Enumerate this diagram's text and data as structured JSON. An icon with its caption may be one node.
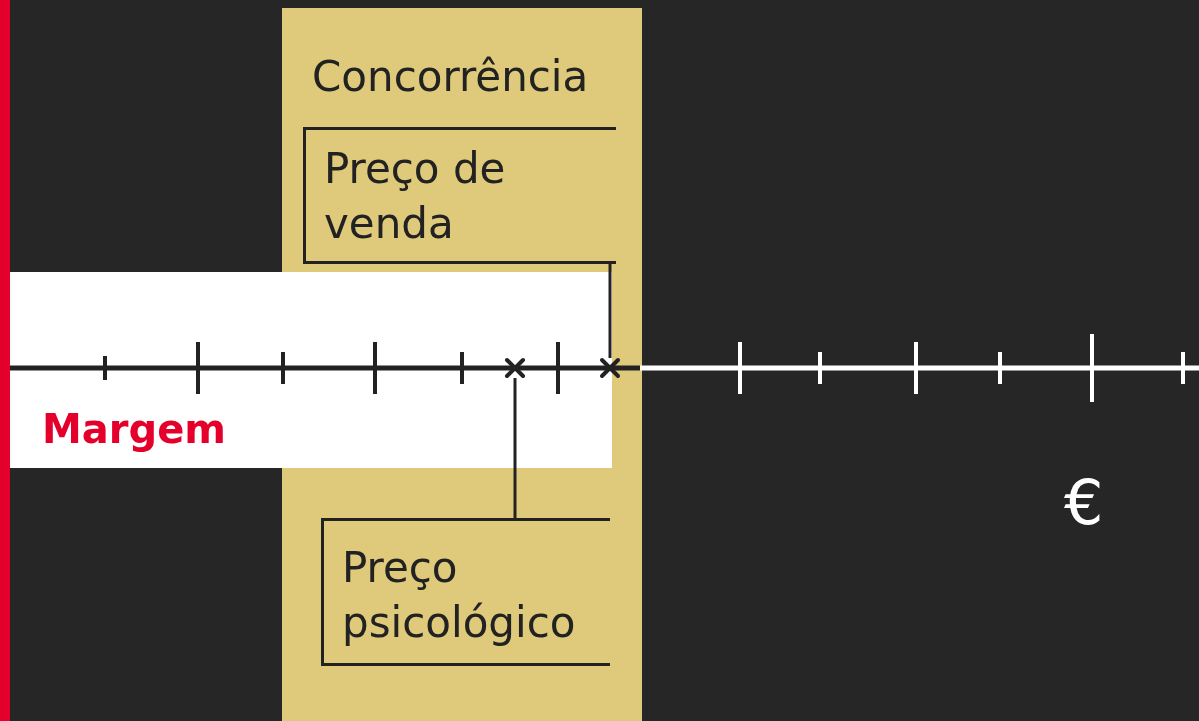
{
  "diagram": {
    "nodes": [
      {
        "text": [
          "Concorrência"
        ]
      },
      {
        "text": [
          "Margem"
        ]
      },
      {
        "text": [
          "Preço de venda"
        ],
        "in": 0
      },
      {
        "text": [
          "Preço psicológico"
        ],
        "in": 0
      },
      {
        "text": [],
        "shape": "cross",
        "in": 0
      },
      {
        "text": [],
        "shape": "cross",
        "in": 0
      }
    ],
    "edges": [
      {
        "from": 2,
        "to": 5,
        "arrow": "none"
      },
      {
        "from": 3,
        "to": 4,
        "arrow": "none"
      }
    ],
    "labels": [
      "€"
    ]
  }
}
